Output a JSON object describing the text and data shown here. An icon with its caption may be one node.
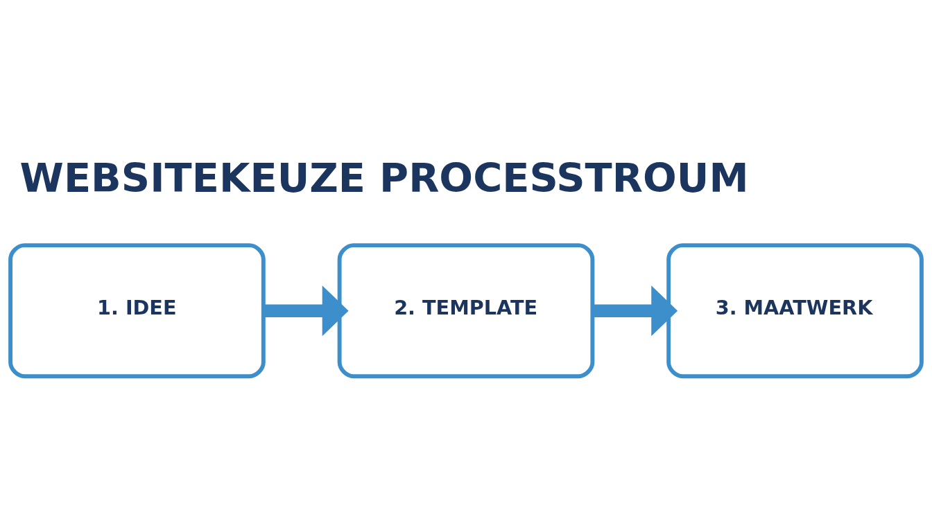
{
  "diagram": {
    "title": "WEBSITEKEUZE PROCESSTROUM",
    "nodes": [
      {
        "text": [
          "1. IDEE"
        ]
      },
      {
        "text": [
          "2. TEMPLATE"
        ]
      },
      {
        "text": [
          "3. MAATWERK"
        ]
      }
    ],
    "edges": [
      {
        "from": 0,
        "to": 1,
        "arrow": "to"
      },
      {
        "from": 1,
        "to": 2,
        "arrow": "to"
      }
    ]
  }
}
